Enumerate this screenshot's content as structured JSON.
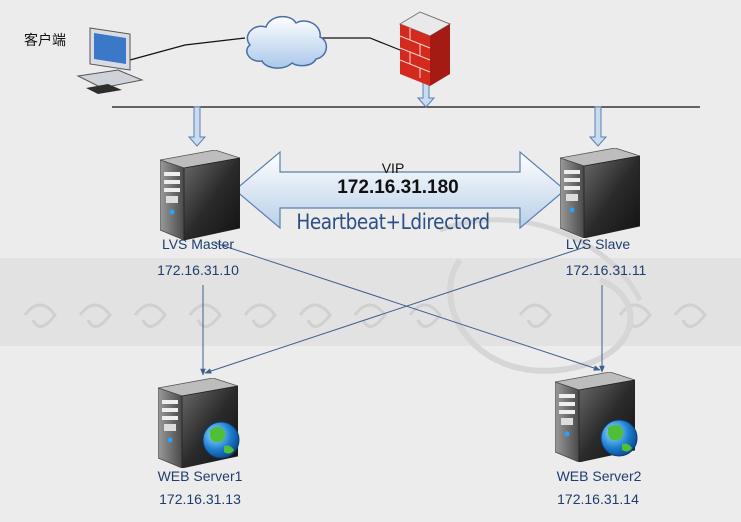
{
  "nodes": {
    "client": {
      "label": "客户端"
    },
    "lvs_master": {
      "name": "LVS Master",
      "ip": "172.16.31.10"
    },
    "lvs_slave": {
      "name": "LVS Slave",
      "ip": "172.16.31.11"
    },
    "web1": {
      "name": "WEB Server1",
      "ip": "172.16.31.13"
    },
    "web2": {
      "name": "WEB Server2",
      "ip": "172.16.31.14"
    }
  },
  "vip": {
    "label": "VIP",
    "ip": "172.16.31.180"
  },
  "heartbeat": {
    "label": "Heartbeat+Ldirectord"
  },
  "colors": {
    "background": "#ececec",
    "link_line": "#3d5f8e",
    "arrow_fill": "#c9dbee",
    "firewall": "#d42a1e",
    "label_text": "#1f3d6e"
  },
  "icons": [
    "monitor-icon",
    "cloud-icon",
    "firewall-icon",
    "server-icon",
    "globe-icon"
  ]
}
